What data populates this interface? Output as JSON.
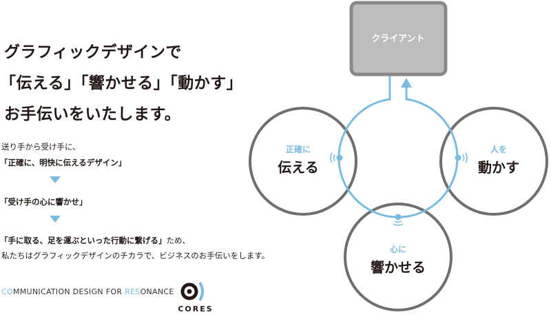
{
  "headline": {
    "line1": "グラフィックデザインで",
    "line2": "「伝える」「響かせる」「動かす」",
    "line3": "お手伝いをいたします。"
  },
  "body": {
    "p1_line1": "送り手から受け手に、",
    "p1_line2": "「正確に、明快に伝えるデザイン」",
    "p2": "「受け手の心に響かせ」",
    "p3_bold": "「手に取る、足を運ぶといった行動に繋げる」",
    "p3_rest": "ため、",
    "p4": "私たちはグラフィックデザインのチカラで、ビジネスのお手伝いをします。"
  },
  "tagline": {
    "part1_accent": "CO",
    "part1": "MMUNICATION DESIGN FOR ",
    "part2_accent": "RES",
    "part2": "ONANCE"
  },
  "logo": {
    "text": "CORES"
  },
  "diagram": {
    "client": "クライアント",
    "left": {
      "small": "正確に",
      "big": "伝える"
    },
    "right": {
      "small": "人を",
      "big": "動かす"
    },
    "bottom": {
      "small": "心に",
      "big": "響かせる"
    }
  },
  "colors": {
    "accent": "#7abbe0",
    "gray": "#6f6f6f",
    "box_fill": "#bdbdbd",
    "box_border": "#898989"
  }
}
